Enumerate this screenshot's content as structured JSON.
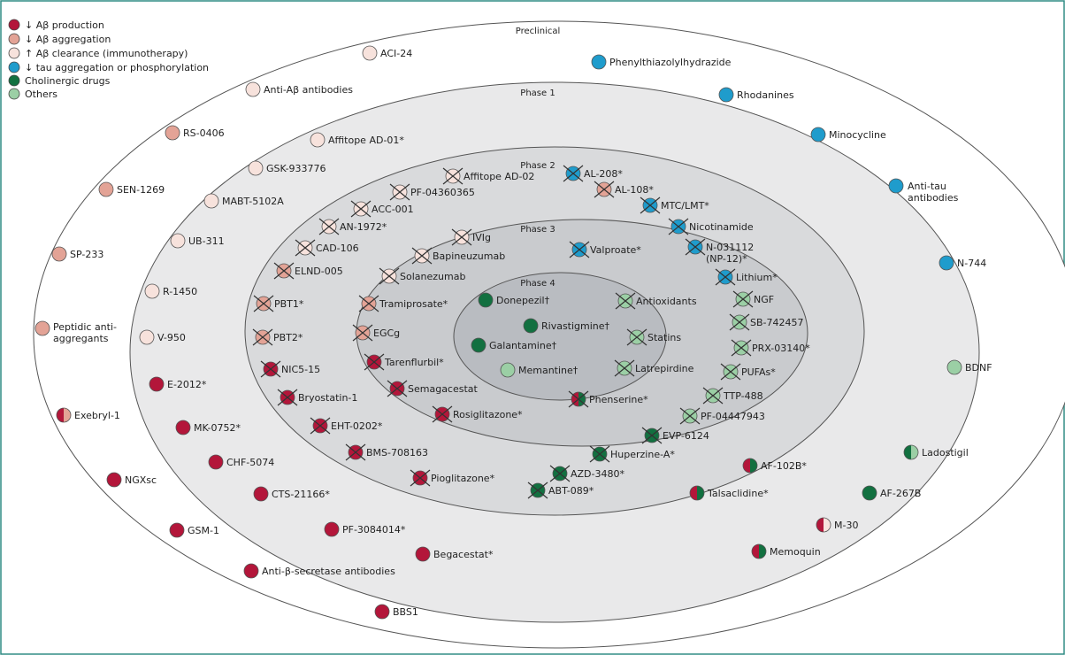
{
  "legend": [
    {
      "key": "prod",
      "label": "↓ Aβ production"
    },
    {
      "key": "agg",
      "label": "↓ Aβ aggregation"
    },
    {
      "key": "clear",
      "label": "↑ Aβ clearance (immunotherapy)"
    },
    {
      "key": "tau",
      "label": "↓ tau aggregation or phosphorylation"
    },
    {
      "key": "chol",
      "label": "Cholinergic drugs"
    },
    {
      "key": "other",
      "label": "Others"
    }
  ],
  "colors": {
    "prod": "#b3163a",
    "agg": "#e3a396",
    "clear": "#f7e2dc",
    "tau": "#1f9ccc",
    "chol": "#127040",
    "other": "#9bcfa5",
    "border": "#2f8b83",
    "ring_preclinical": "#ffffff",
    "ring_phase1": "#e9e9ea",
    "ring_phase2": "#d9dadc",
    "ring_phase3": "#c9cbce",
    "ring_phase4": "#b9bcc1"
  },
  "phases": [
    "Preclinical",
    "Phase 1",
    "Phase 2",
    "Phase 3",
    "Phase 4"
  ],
  "drugs": [
    {
      "label": "ACI-24",
      "cls": "clear",
      "failed": false
    },
    {
      "label": "Phenylthiazolylhydrazide",
      "cls": "tau",
      "failed": false
    },
    {
      "label": "Anti-Aβ antibodies",
      "cls": "clear",
      "failed": false
    },
    {
      "label": "Rhodanines",
      "cls": "tau",
      "failed": false
    },
    {
      "label": "RS-0406",
      "cls": "agg",
      "failed": false
    },
    {
      "label": "Affitope AD-01*",
      "cls": "clear",
      "failed": false
    },
    {
      "label": "Minocycline",
      "cls": "tau",
      "failed": false
    },
    {
      "label": "GSK-933776",
      "cls": "clear",
      "failed": false
    },
    {
      "label": "SEN-1269",
      "cls": "agg",
      "failed": false
    },
    {
      "label": "Anti-tau antibodies",
      "cls": "tau",
      "failed": false
    },
    {
      "label": "MABT-5102A",
      "cls": "clear",
      "failed": false
    },
    {
      "label": "UB-311",
      "cls": "clear",
      "failed": false
    },
    {
      "label": "SP-233",
      "cls": "agg",
      "failed": false
    },
    {
      "label": "N-744",
      "cls": "tau",
      "failed": false
    },
    {
      "label": "R-1450",
      "cls": "clear",
      "failed": false
    },
    {
      "label": "Peptidic anti-aggregants",
      "cls": "agg",
      "failed": false
    },
    {
      "label": "V-950",
      "cls": "clear",
      "failed": false
    },
    {
      "label": "BDNF",
      "cls": "other",
      "failed": false
    },
    {
      "label": "E-2012*",
      "cls": "prod",
      "failed": false
    },
    {
      "label": "Exebryl-1",
      "cls": "prod+agg",
      "failed": false
    },
    {
      "label": "MK-0752*",
      "cls": "prod",
      "failed": false
    },
    {
      "label": "Ladostigil",
      "cls": "chol+other",
      "failed": false
    },
    {
      "label": "CHF-5074",
      "cls": "prod",
      "failed": false
    },
    {
      "label": "AF-102B*",
      "cls": "prod+chol",
      "failed": false
    },
    {
      "label": "NGXsc",
      "cls": "prod",
      "failed": false
    },
    {
      "label": "CTS-21166*",
      "cls": "prod",
      "failed": false
    },
    {
      "label": "Talsaclidine*",
      "cls": "prod+chol",
      "failed": false
    },
    {
      "label": "AF-267B",
      "cls": "chol",
      "failed": false
    },
    {
      "label": "GSM-1",
      "cls": "prod",
      "failed": false
    },
    {
      "label": "PF-3084014*",
      "cls": "prod",
      "failed": false
    },
    {
      "label": "M-30",
      "cls": "prod+clear",
      "failed": false
    },
    {
      "label": "Begacestat*",
      "cls": "prod",
      "failed": false
    },
    {
      "label": "Memoquin",
      "cls": "prod+chol",
      "failed": false
    },
    {
      "label": "Anti-β-secretase antibodies",
      "cls": "prod",
      "failed": false
    },
    {
      "label": "BBS1",
      "cls": "prod",
      "failed": false
    },
    {
      "label": "Affitope AD-02",
      "cls": "clear",
      "failed": true
    },
    {
      "label": "AL-208*",
      "cls": "tau",
      "failed": true
    },
    {
      "label": "PF-04360365",
      "cls": "clear",
      "failed": true
    },
    {
      "label": "AL-108*",
      "cls": "agg",
      "failed": true
    },
    {
      "label": "ACC-001",
      "cls": "clear",
      "failed": true
    },
    {
      "label": "MTC/LMT*",
      "cls": "tau",
      "failed": true
    },
    {
      "label": "AN-1972*",
      "cls": "clear",
      "failed": true
    },
    {
      "label": "Nicotinamide",
      "cls": "tau",
      "failed": true
    },
    {
      "label": "CAD-106",
      "cls": "clear",
      "failed": true
    },
    {
      "label": "N-031112 (NP-12)*",
      "cls": "tau",
      "failed": true
    },
    {
      "label": "ELND-005",
      "cls": "agg",
      "failed": true
    },
    {
      "label": "Lithium*",
      "cls": "tau",
      "failed": true
    },
    {
      "label": "PBT1*",
      "cls": "agg",
      "failed": true
    },
    {
      "label": "NGF",
      "cls": "other",
      "failed": true
    },
    {
      "label": "SB-742457",
      "cls": "other",
      "failed": true
    },
    {
      "label": "PBT2*",
      "cls": "agg",
      "failed": true
    },
    {
      "label": "PRX-03140*",
      "cls": "other",
      "failed": true
    },
    {
      "label": "NIC5-15",
      "cls": "prod",
      "failed": true
    },
    {
      "label": "PUFAs*",
      "cls": "other",
      "failed": true
    },
    {
      "label": "Bryostatin-1",
      "cls": "prod",
      "failed": true
    },
    {
      "label": "TTP-488",
      "cls": "other",
      "failed": true
    },
    {
      "label": "EHT-0202*",
      "cls": "prod",
      "failed": true
    },
    {
      "label": "PF-04447943",
      "cls": "other",
      "failed": true
    },
    {
      "label": "EVP-6124",
      "cls": "chol",
      "failed": true
    },
    {
      "label": "BMS-708163",
      "cls": "prod",
      "failed": true
    },
    {
      "label": "Huperzine-A*",
      "cls": "chol",
      "failed": true
    },
    {
      "label": "AZD-3480*",
      "cls": "chol",
      "failed": true
    },
    {
      "label": "Pioglitazone*",
      "cls": "prod",
      "failed": true
    },
    {
      "label": "ABT-089*",
      "cls": "chol",
      "failed": true
    },
    {
      "label": "IVIg",
      "cls": "clear",
      "failed": true
    },
    {
      "label": "Valproate*",
      "cls": "tau",
      "failed": true
    },
    {
      "label": "Bapineuzumab",
      "cls": "clear",
      "failed": true
    },
    {
      "label": "Solanezumab",
      "cls": "clear",
      "failed": true
    },
    {
      "label": "Tramiprosate*",
      "cls": "agg",
      "failed": true
    },
    {
      "label": "EGCg",
      "cls": "agg",
      "failed": true
    },
    {
      "label": "Tarenflurbil*",
      "cls": "prod",
      "failed": true
    },
    {
      "label": "Semagacestat",
      "cls": "prod",
      "failed": true
    },
    {
      "label": "Rosiglitazone*",
      "cls": "prod",
      "failed": true
    },
    {
      "label": "Phenserine*",
      "cls": "prod+chol",
      "failed": true
    },
    {
      "label": "Antioxidants",
      "cls": "other",
      "failed": true
    },
    {
      "label": "Statins",
      "cls": "other",
      "failed": true
    },
    {
      "label": "Latrepirdine",
      "cls": "other",
      "failed": true
    },
    {
      "label": "Donepezil†",
      "cls": "chol",
      "failed": false
    },
    {
      "label": "Rivastigmine†",
      "cls": "chol",
      "failed": false
    },
    {
      "label": "Galantamine†",
      "cls": "chol",
      "failed": false
    },
    {
      "label": "Memantine†",
      "cls": "other",
      "failed": false
    }
  ]
}
